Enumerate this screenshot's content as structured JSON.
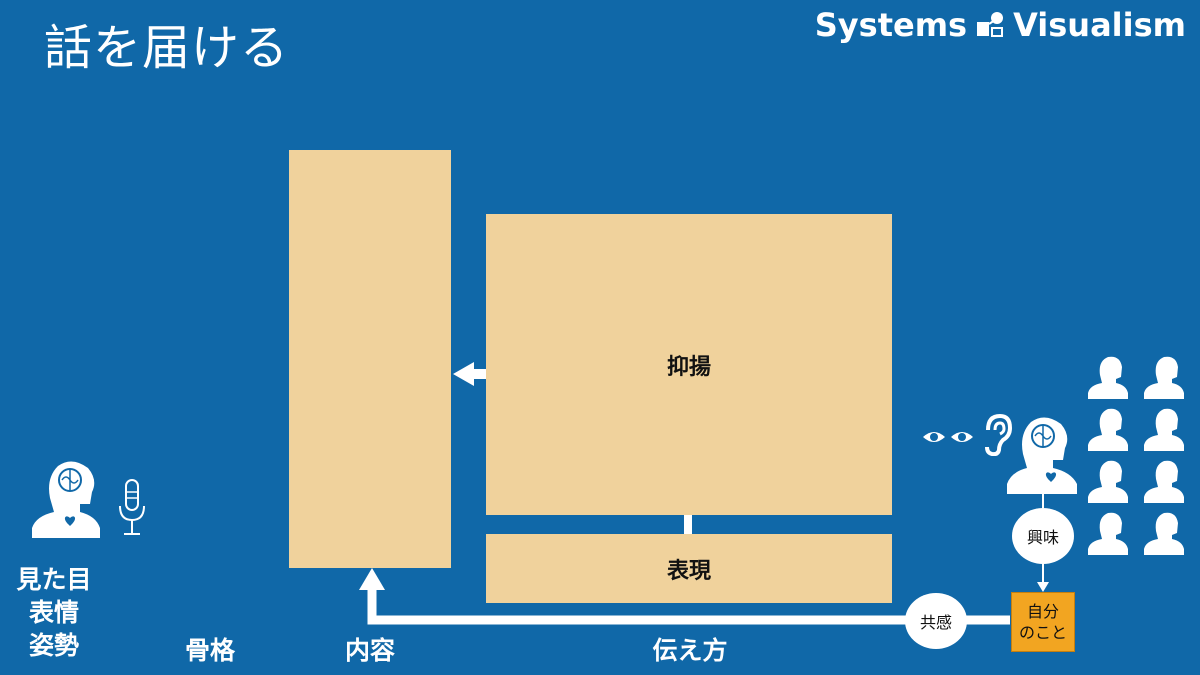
{
  "slide": {
    "title": "話を届ける",
    "brand": "Systems Visualism"
  },
  "diagram": {
    "speaker_attributes": [
      "見た目",
      "表情",
      "姿勢"
    ],
    "bottom_labels": {
      "skeleton": "骨格",
      "content": "内容",
      "delivery": "伝え方"
    },
    "boxes": {
      "intonation": "抑揚",
      "expression": "表現"
    },
    "circles": {
      "interest": "興味",
      "empathy": "共感"
    },
    "self_box": {
      "line1": "自分",
      "line2": "のこと"
    }
  },
  "colors": {
    "background": "#1068a8",
    "box": "#f0d29c",
    "accent": "#f2a521",
    "line": "#ffffff"
  },
  "icons": [
    "speaker-head-icon",
    "microphone-icon",
    "eye-icon",
    "ear-icon",
    "listener-head-icon",
    "audience-person-icon",
    "brand-logo-icon"
  ]
}
